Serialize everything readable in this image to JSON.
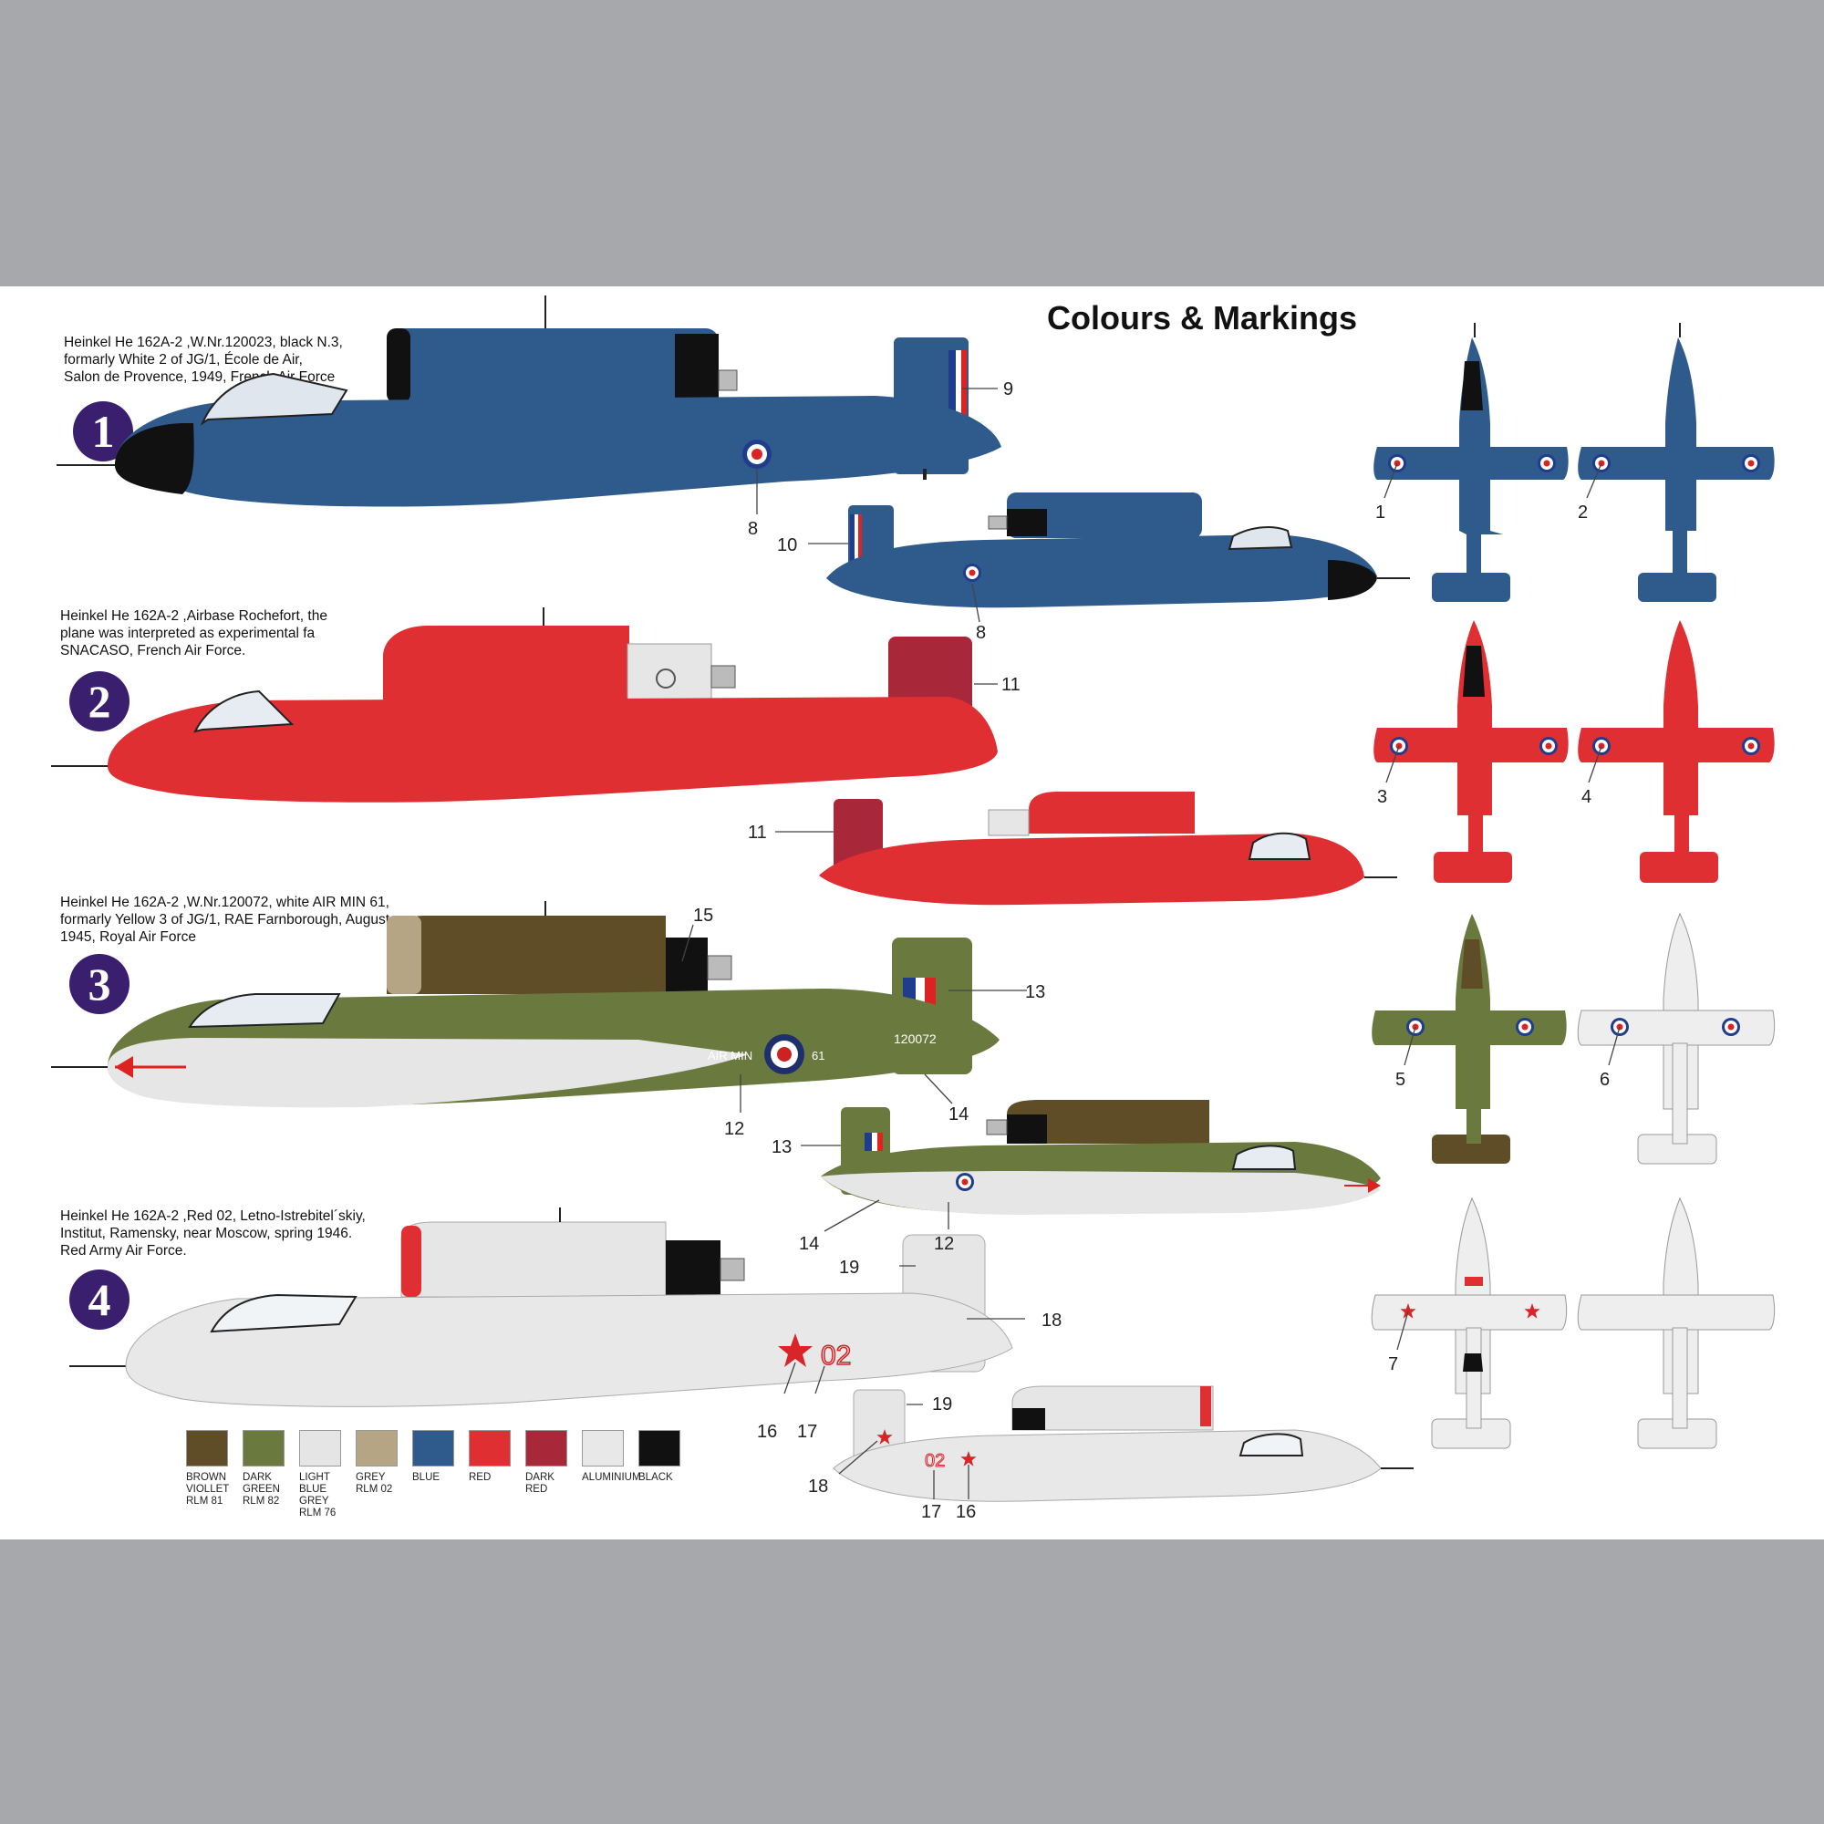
{
  "title": "Colours & Markings",
  "schemes": [
    {
      "number": "1",
      "lines": [
        "Heinkel He 162A-2 ,W.Nr.120023, black N.3,",
        "formarly White 2 of JG/1, École de Air,",
        "Salon de Provence, 1949, French Air Force"
      ]
    },
    {
      "number": "2",
      "lines": [
        "Heinkel He 162A-2 ,Airbase Rochefort, the",
        "plane was interpreted as experimental fa",
        "SNACASO, French Air Force."
      ]
    },
    {
      "number": "3",
      "lines": [
        "Heinkel He 162A-2 ,W.Nr.120072, white AIR MIN 61,",
        "formarly Yellow 3 of JG/1, RAE Farnborough, August",
        "1945, Royal Air Force"
      ]
    },
    {
      "number": "4",
      "lines": [
        "Heinkel He 162A-2 ,Red 02, Letno-Istrebitel´skiy,",
        "Institut, Ramensky, near Moscow, spring 1946.",
        "Red Army Air Force."
      ]
    }
  ],
  "markings": {
    "air_min": "AIR MIN",
    "sixty_one": "61",
    "serial": "120072",
    "code_02": "02"
  },
  "callouts": {
    "c1": "1",
    "c2": "2",
    "c3": "3",
    "c4": "4",
    "c5": "5",
    "c6": "6",
    "c7": "7",
    "c8a": "8",
    "c8b": "8",
    "c9": "9",
    "c10": "10",
    "c11a": "11",
    "c11b": "11",
    "c12a": "12",
    "c12b": "12",
    "c13a": "13",
    "c13b": "13",
    "c14a": "14",
    "c14b": "14",
    "c15": "15",
    "c16a": "16",
    "c16b": "16",
    "c17a": "17",
    "c17b": "17",
    "c18a": "18",
    "c18b": "18",
    "c19a": "19",
    "c19b": "19"
  },
  "colors": {
    "blue": "#2e5a8c",
    "red": "#e02f33",
    "dark_red": "#a8283a",
    "dark_green": "#6a7a3f",
    "brown": "#5e4d26",
    "grey": "#b5a584",
    "light_grey": "#e8e8e8",
    "black": "#111111"
  },
  "legend": [
    {
      "color": "#5e4d26",
      "lines": [
        "BROWN",
        "VIOLLET",
        "RLM 81"
      ]
    },
    {
      "color": "#6a7a3f",
      "lines": [
        "DARK",
        "GREEN",
        "RLM 82"
      ]
    },
    {
      "color": "#e4e5e4",
      "lines": [
        "LIGHT",
        "BLUE",
        "GREY",
        "RLM 76"
      ]
    },
    {
      "color": "#b5a584",
      "lines": [
        "GREY",
        "RLM 02"
      ]
    },
    {
      "color": "#2e5a8c",
      "lines": [
        "BLUE"
      ]
    },
    {
      "color": "#e02f33",
      "lines": [
        "RED"
      ]
    },
    {
      "color": "#a8283a",
      "lines": [
        "DARK",
        "RED"
      ]
    },
    {
      "color": "#e8e8e8",
      "lines": [
        "ALUMINIUM"
      ]
    },
    {
      "color": "#111111",
      "lines": [
        "BLACK"
      ]
    }
  ]
}
